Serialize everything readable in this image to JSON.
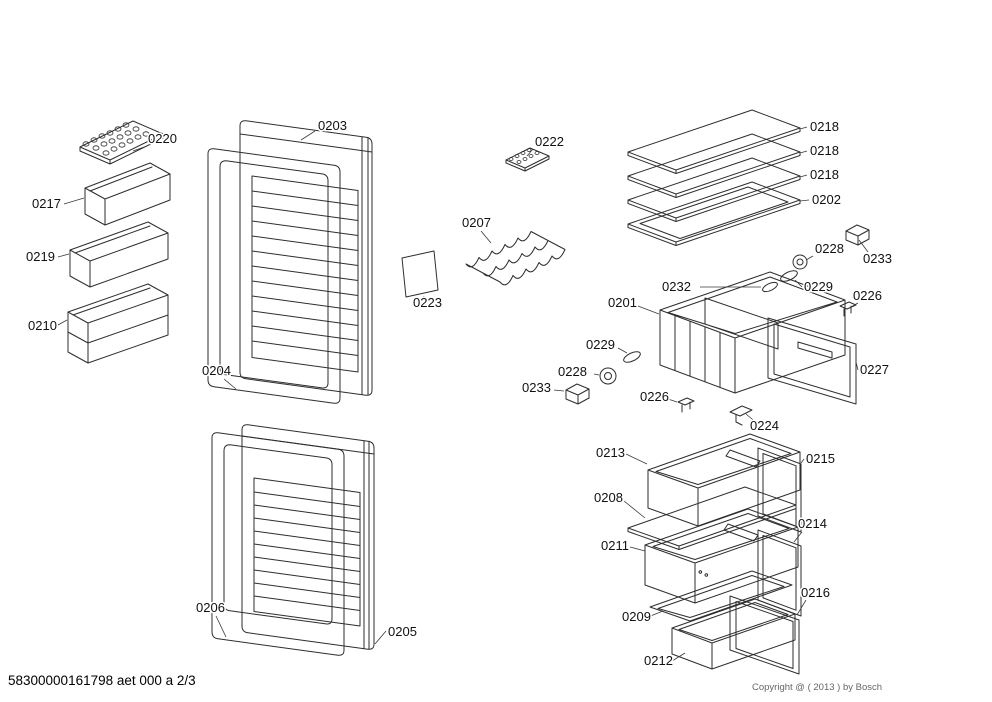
{
  "footer": {
    "doc_number": "58300000161798 aet 000 a 2/3",
    "copyright": "Copyright @ ( 2013 ) by Bosch"
  },
  "parts": {
    "p0201": "0201",
    "p0202": "0202",
    "p0203": "0203",
    "p0204": "0204",
    "p0205": "0205",
    "p0206": "0206",
    "p0207": "0207",
    "p0208": "0208",
    "p0209": "0209",
    "p0210": "0210",
    "p0211": "0211",
    "p0212": "0212",
    "p0213": "0213",
    "p0214": "0214",
    "p0215": "0215",
    "p0216": "0216",
    "p0217": "0217",
    "p0218": "0218",
    "p0219": "0219",
    "p0220": "0220",
    "p0222": "0222",
    "p0223": "0223",
    "p0224": "0224",
    "p0226": "0226",
    "p0227": "0227",
    "p0228": "0228",
    "p0229": "0229",
    "p0232": "0232",
    "p0233": "0233"
  },
  "diagram": {
    "line_color": "#2e2e2e",
    "label_color": "#111111",
    "background": "#ffffff"
  }
}
